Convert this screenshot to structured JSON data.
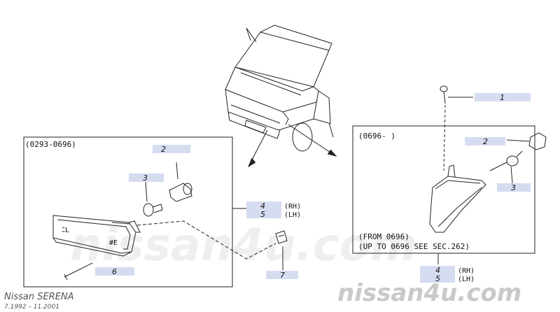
{
  "diagram": {
    "left_box": {
      "date_range": "(0293-0696)"
    },
    "right_box": {
      "date_range": "(0696-      )",
      "note_from": "(FROM 0696)",
      "note_up_to": "(UP TO 0696 SEE SEC.262)"
    },
    "callouts": {
      "part_1": "1",
      "part_2_left": "2",
      "part_3_left": "3",
      "part_45_left_top": "4",
      "part_45_left_bottom": "5",
      "part_45_left_rh": "(RH)",
      "part_45_left_lh": "(LH)",
      "part_6": "6",
      "part_7": "7",
      "part_2_right": "2",
      "part_3_right": "3",
      "part_45_right_top": "4",
      "part_45_right_bottom": "5",
      "part_45_right_rh": "(RH)",
      "part_45_right_lh": "(LH)"
    },
    "fragment_text": "ﾆL",
    "fragment_text2": "#E"
  },
  "footer": {
    "model": "Nissan SERENA",
    "years": "7.1992  –  11.2001",
    "brand_watermark": "nissan4u.com",
    "center_watermark": "nissan4u.com"
  },
  "colors": {
    "label_tag": "#d6dcf0",
    "line": "#222222",
    "watermark": "#c9c9c9"
  }
}
